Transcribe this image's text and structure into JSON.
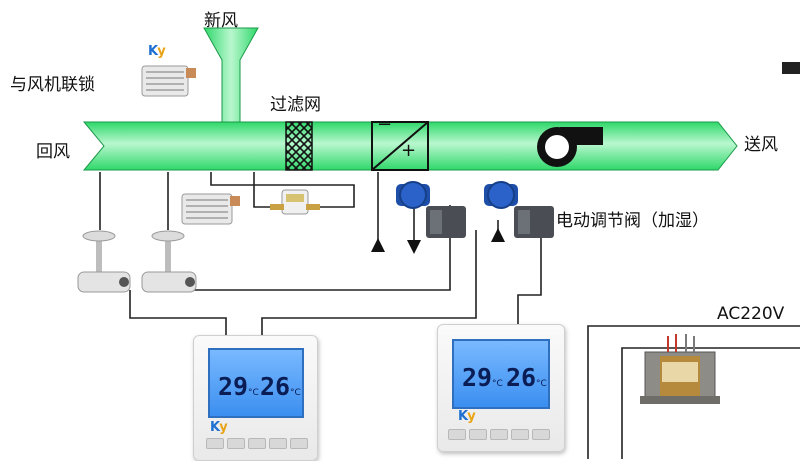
{
  "labels": {
    "fresh_air": "新风",
    "interlock": "与风机联锁",
    "filter": "过滤网",
    "return_air": "回风",
    "supply_air": "送风",
    "valve": "电动调节阀（加湿）",
    "power": "AC220V",
    "minus": "−",
    "plus": "+"
  },
  "thermostats": [
    {
      "brand_k": "K",
      "brand_y": "y",
      "temp_left": "29",
      "temp_right": "26",
      "unit": "°C"
    },
    {
      "brand_k": "K",
      "brand_y": "y",
      "temp_left": "29",
      "temp_right": "26",
      "unit": "°C"
    }
  ],
  "colors": {
    "duct": "#3ee27a",
    "duct_edge": "#1a9a48",
    "wire": "#222222",
    "lcd": "#4f9ef5"
  }
}
